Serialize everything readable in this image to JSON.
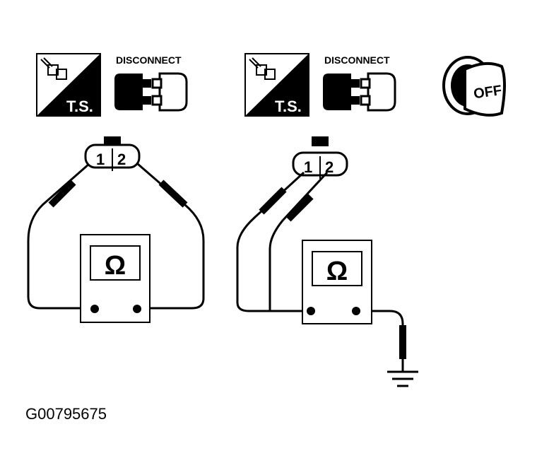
{
  "icons": {
    "ts_label": "T.S.",
    "disconnect_label": "DISCONNECT",
    "off_label": "OFF",
    "ohm_symbol": "Ω"
  },
  "connector": {
    "pins": [
      "1",
      "2"
    ]
  },
  "figure_code": "G00795675"
}
